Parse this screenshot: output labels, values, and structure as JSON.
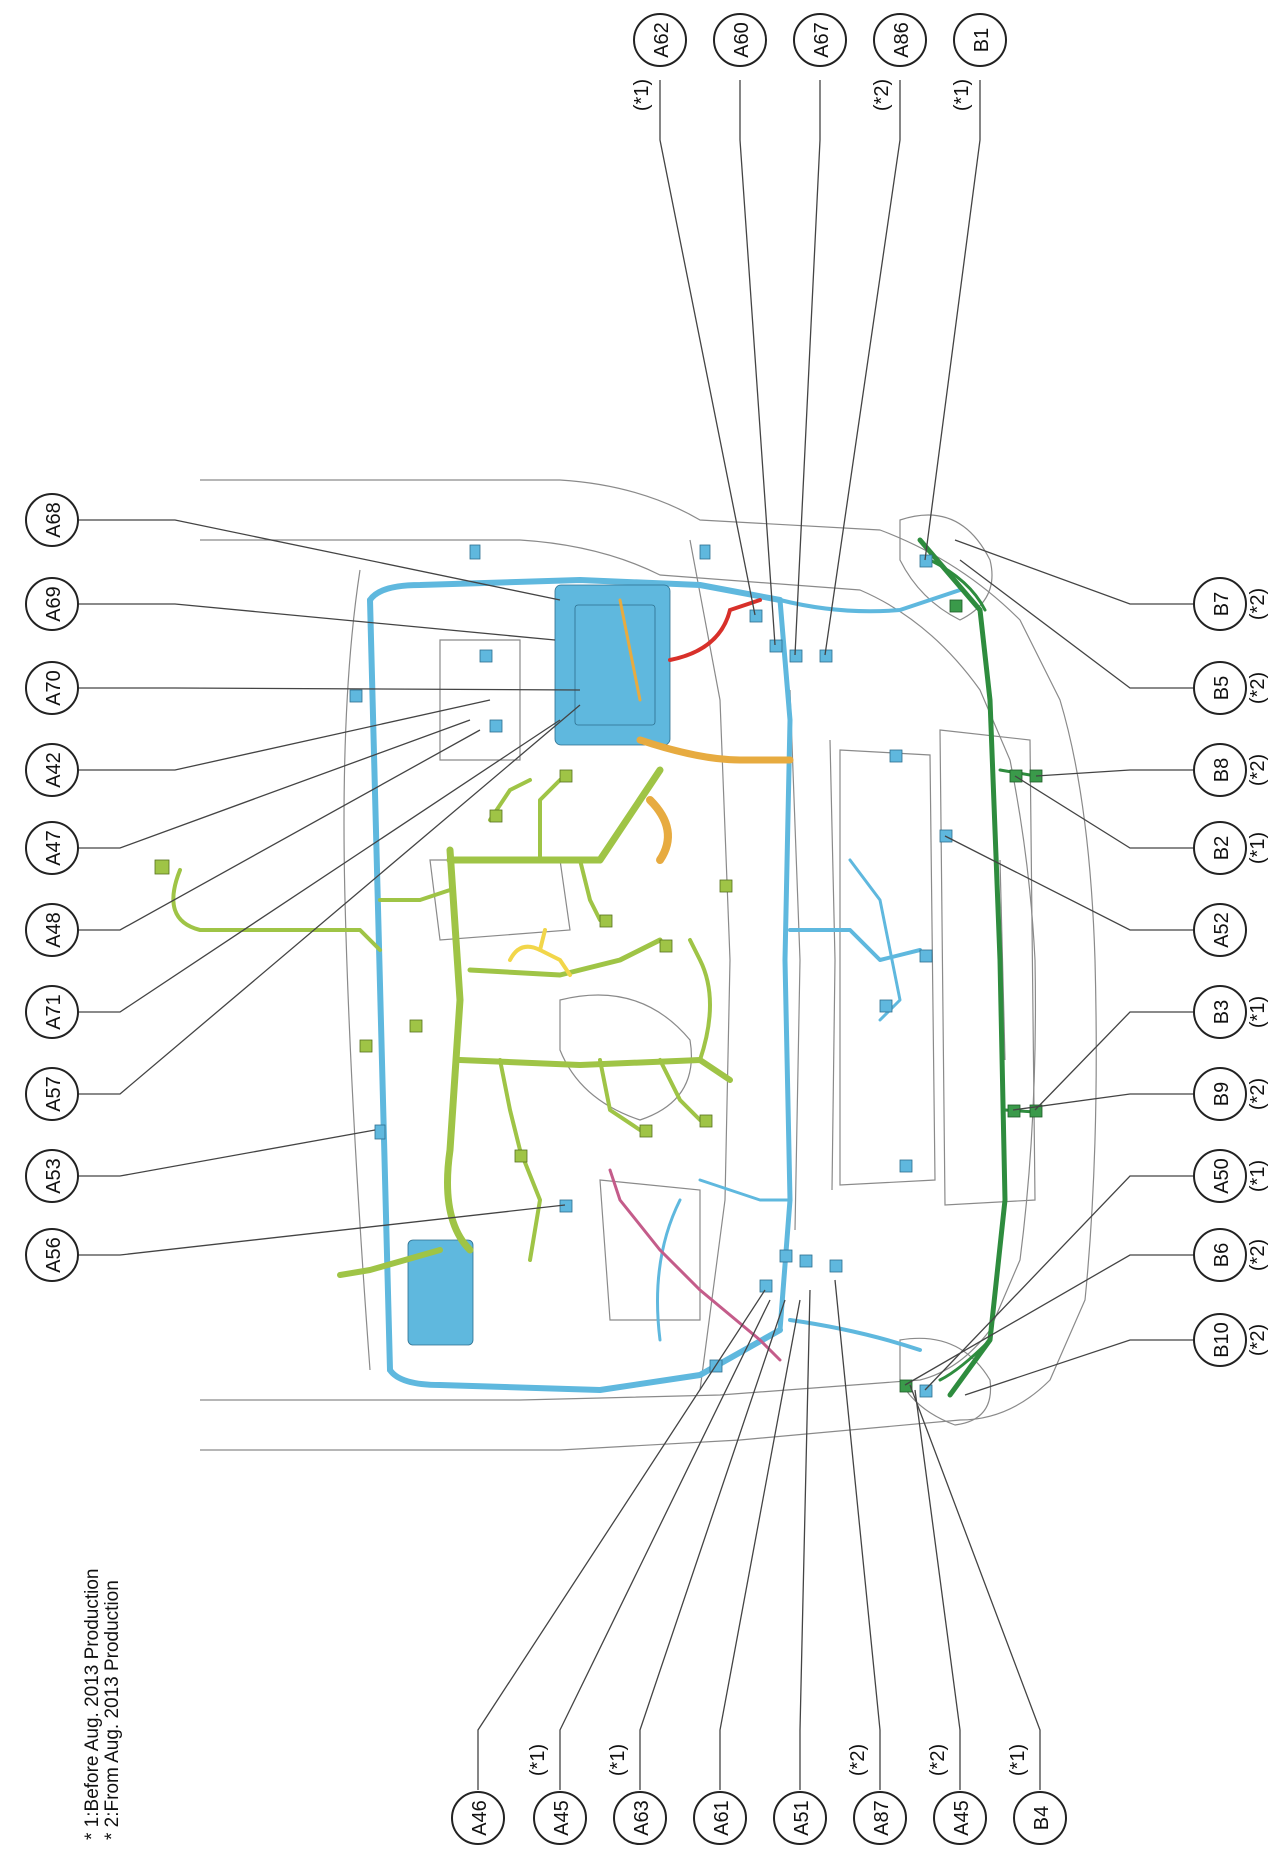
{
  "diagram": {
    "legend": [
      "* 1:Before Aug. 2013 Production",
      "* 2:From Aug. 2013 Production"
    ],
    "callouts_top": [
      {
        "id": "A68",
        "note": ""
      },
      {
        "id": "A69",
        "note": ""
      },
      {
        "id": "A70",
        "note": ""
      },
      {
        "id": "A42",
        "note": ""
      },
      {
        "id": "A47",
        "note": ""
      },
      {
        "id": "A48",
        "note": ""
      },
      {
        "id": "A71",
        "note": ""
      },
      {
        "id": "A57",
        "note": ""
      },
      {
        "id": "A53",
        "note": ""
      },
      {
        "id": "A56",
        "note": ""
      }
    ],
    "callouts_right": [
      {
        "id": "A62",
        "note": "(*1)"
      },
      {
        "id": "A60",
        "note": ""
      },
      {
        "id": "A67",
        "note": ""
      },
      {
        "id": "A86",
        "note": "(*2)"
      },
      {
        "id": "B1",
        "note": "(*1)"
      }
    ],
    "callouts_left_side": [
      {
        "id": "B7",
        "note": "(*2)"
      },
      {
        "id": "B5",
        "note": "(*2)"
      },
      {
        "id": "B8",
        "note": "(*2)"
      },
      {
        "id": "B2",
        "note": "(*1)"
      },
      {
        "id": "A52",
        "note": ""
      },
      {
        "id": "B3",
        "note": "(*1)"
      },
      {
        "id": "B9",
        "note": "(*2)"
      },
      {
        "id": "A50",
        "note": "(*1)"
      },
      {
        "id": "B6",
        "note": "(*2)"
      },
      {
        "id": "B10",
        "note": "(*2)"
      }
    ],
    "callouts_bottom": [
      {
        "id": "A46",
        "note": ""
      },
      {
        "id": "A45",
        "note": "(*1)"
      },
      {
        "id": "A63",
        "note": "(*1)"
      },
      {
        "id": "A61",
        "note": ""
      },
      {
        "id": "A51",
        "note": ""
      },
      {
        "id": "A87",
        "note": "(*2)"
      },
      {
        "id": "A45",
        "note": "(*2)"
      },
      {
        "id": "B4",
        "note": "(*1)"
      }
    ],
    "colors": {
      "engine_room_harness": "#5fb8de",
      "engine_harness": "#9fc446",
      "bumper_harness": "#2e8c3e",
      "battery_cable": "#e7ab40",
      "sensor_harness": "#f2d64a",
      "pink_harness": "#c45c8a",
      "positive_cable": "#d8302a"
    }
  }
}
